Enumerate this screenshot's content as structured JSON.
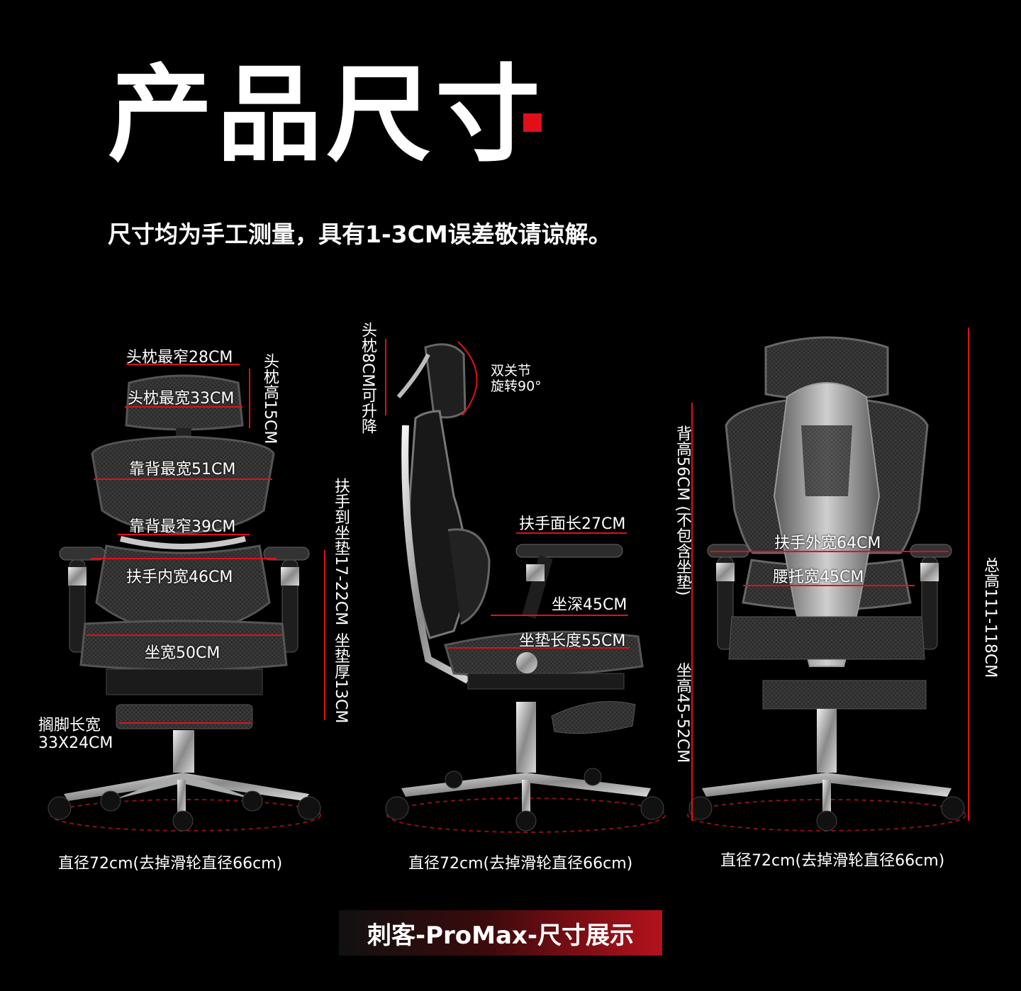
{
  "title": "产品尺寸",
  "subtitle": "尺寸均为手工测量，具有1-3CM误差敬请谅解。",
  "colors": {
    "background": "#000000",
    "accent": "#e10f1a",
    "text": "#ffffff"
  },
  "front_view": {
    "headrest_narrow": "头枕最窄28CM",
    "headrest_wide": "头枕最宽33CM",
    "headrest_height": "头枕高15CM",
    "back_wide": "靠背最宽51CM",
    "back_narrow": "靠背最窄39CM",
    "armrest_inner": "扶手内宽46CM",
    "seat_width": "坐宽50CM",
    "armrest_to_seat": "扶手到坐垫17-22CM",
    "cushion_thickness": "坐垫厚13CM",
    "footrest_line1": "搁脚长宽",
    "footrest_line2": "33X24CM",
    "diameter": "直径72cm(去掉滑轮直径66cm)"
  },
  "side_view": {
    "headrest_lift": "头枕8CM可升降",
    "joint_line1": "双关节",
    "joint_line2": "旋转90°",
    "armrest_length": "扶手面长27CM",
    "seat_depth": "坐深45CM",
    "cushion_length": "坐垫长度55CM",
    "diameter": "直径72cm(去掉滑轮直径66cm)"
  },
  "back_view": {
    "back_height": "背高56CM (不包含坐垫)",
    "seat_height": "坐高45-52CM",
    "armrest_outer": "扶手外宽64CM",
    "lumbar_width": "腰托宽45CM",
    "total_height": "总高111-118CM",
    "diameter": "直径72cm(去掉滑轮直径66cm)"
  },
  "footer": "刺客-ProMax-尺寸展示"
}
